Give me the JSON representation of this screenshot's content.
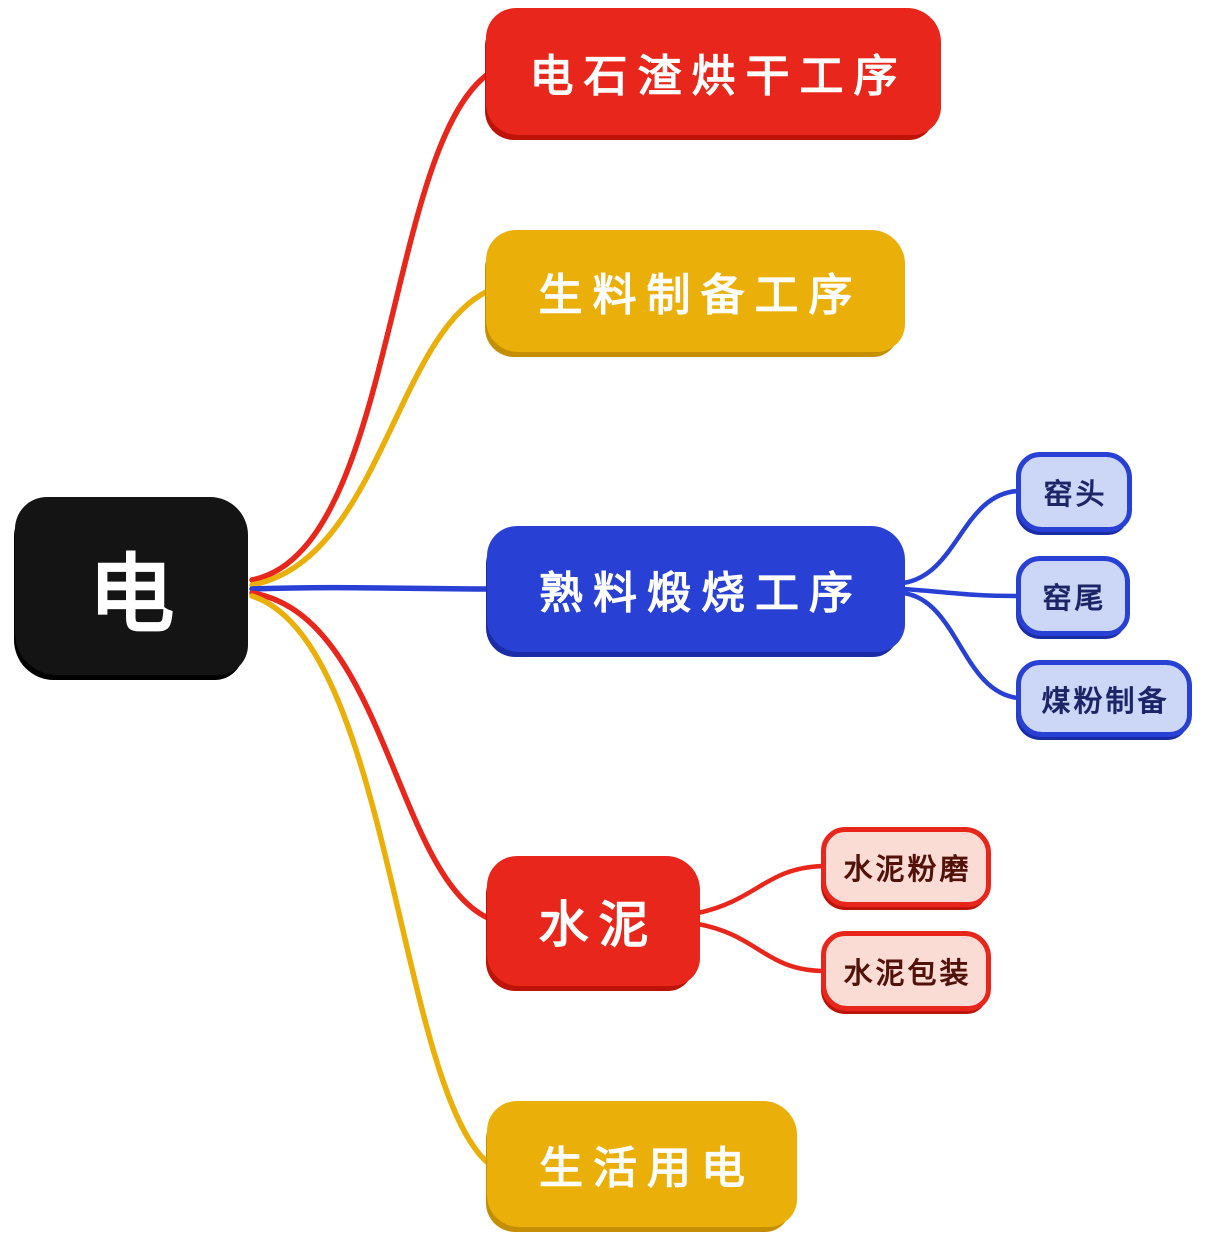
{
  "root": {
    "label": "电",
    "color": "#141414",
    "text_color": "#ffffff"
  },
  "branches": [
    {
      "label": "电石渣烘干工序",
      "color": "#e8261b"
    },
    {
      "label": "生料制备工序",
      "color": "#eaaf08"
    },
    {
      "label": "熟料煅烧工序",
      "color": "#2840d4",
      "children": [
        {
          "label": "窑头",
          "fill": "#ccd6f6",
          "border": "#2840d4"
        },
        {
          "label": "窑尾",
          "fill": "#ccd6f6",
          "border": "#2840d4"
        },
        {
          "label": "煤粉制备",
          "fill": "#ccd6f6",
          "border": "#2840d4"
        }
      ]
    },
    {
      "label": "水泥",
      "color": "#e8261b",
      "children": [
        {
          "label": "水泥粉磨",
          "fill": "#fadcd5",
          "border": "#e8261b"
        },
        {
          "label": "水泥包装",
          "fill": "#fadcd5",
          "border": "#e8261b"
        }
      ]
    },
    {
      "label": "生活用电",
      "color": "#eaaf08"
    }
  ],
  "colors": {
    "red": "#e8261b",
    "yellow": "#eaaf08",
    "blue": "#2840d4",
    "black": "#141414",
    "light_blue_fill": "#ccd6f6",
    "light_pink_fill": "#fadcd5",
    "background": "#ffffff"
  }
}
